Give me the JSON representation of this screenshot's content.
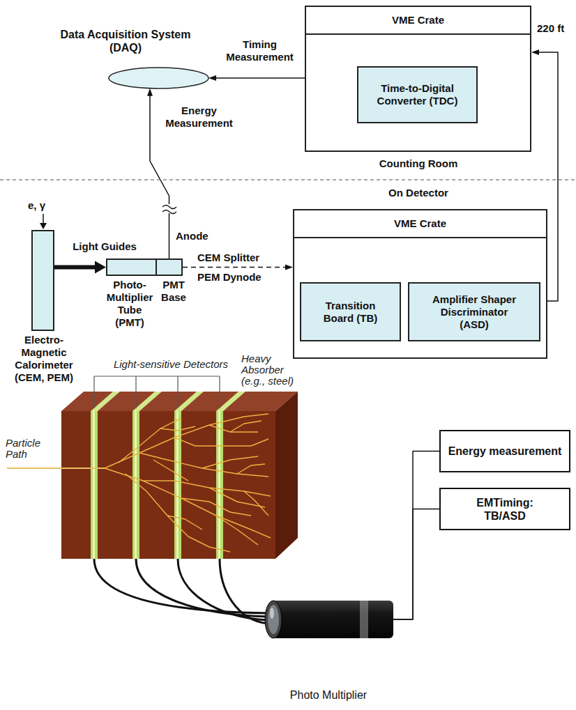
{
  "diagram": {
    "nodes": [
      {
        "text": [
          "Data Acquisition System (DAQ)"
        ]
      },
      {
        "text": [
          "VME Crate"
        ]
      },
      {
        "text": [
          "Time-to-Digital Converter (TDC)"
        ],
        "in": 1
      },
      {
        "text": [
          "Electro- Magnetic Calorimeter (CEM, PEM)"
        ]
      },
      {
        "text": [
          "Photo- Multiplier Tube (PMT)"
        ]
      },
      {
        "text": [
          "PMT Base"
        ]
      },
      {
        "text": [
          "VME Crate"
        ]
      },
      {
        "text": [
          "Transition Board (TB)"
        ],
        "in": 6
      },
      {
        "text": [
          "Amplifier Shaper Discriminator (ASD)"
        ],
        "in": 6
      },
      {
        "text": [
          "Energy measurement"
        ]
      },
      {
        "text": [
          "EMTiming: TB/ASD"
        ]
      },
      {
        "text": [
          "Photo Multiplier"
        ]
      }
    ],
    "edges": [
      {
        "from": 3,
        "to": 4,
        "arrow": "to",
        "label": "Light Guides"
      },
      {
        "from": 5,
        "to": 0,
        "arrow": "to",
        "label": "Energy Measurement"
      },
      {
        "from": 5,
        "to": 6,
        "arrow": "to",
        "label": "CEM Splitter"
      },
      {
        "from": 6,
        "to": 1,
        "arrow": "to",
        "label": "220 ft"
      },
      {
        "from": 1,
        "to": 0,
        "arrow": "to",
        "label": "Timing Measurement"
      },
      {
        "from": 11,
        "to": 9,
        "arrow": "none"
      },
      {
        "from": 11,
        "to": 10,
        "arrow": "none"
      }
    ],
    "labels": [
      "Counting Room",
      "On Detector",
      "e, γ",
      "Anode",
      "PEM Dynode",
      "Light-sensitive Detectors",
      "Heavy Absorber (e.g., steel)",
      "Particle Path"
    ]
  }
}
